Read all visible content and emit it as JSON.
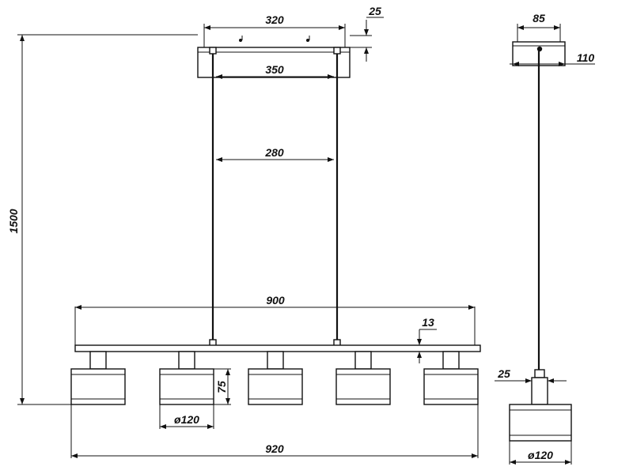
{
  "colors": {
    "line": "#111111",
    "background": "#ffffff"
  },
  "dimensions": {
    "canopy_width_top": "320",
    "canopy_thickness": "25",
    "canopy_width": "350",
    "rod_spacing": "280",
    "total_height": "1500",
    "bar_length": "900",
    "bar_thickness": "13",
    "shade_height": "75",
    "shade_diameter": "120",
    "overall_width": "920",
    "side_canopy_width_top": "85",
    "side_canopy_depth": "110",
    "side_connector_width": "25",
    "side_shade_diameter": "120"
  }
}
